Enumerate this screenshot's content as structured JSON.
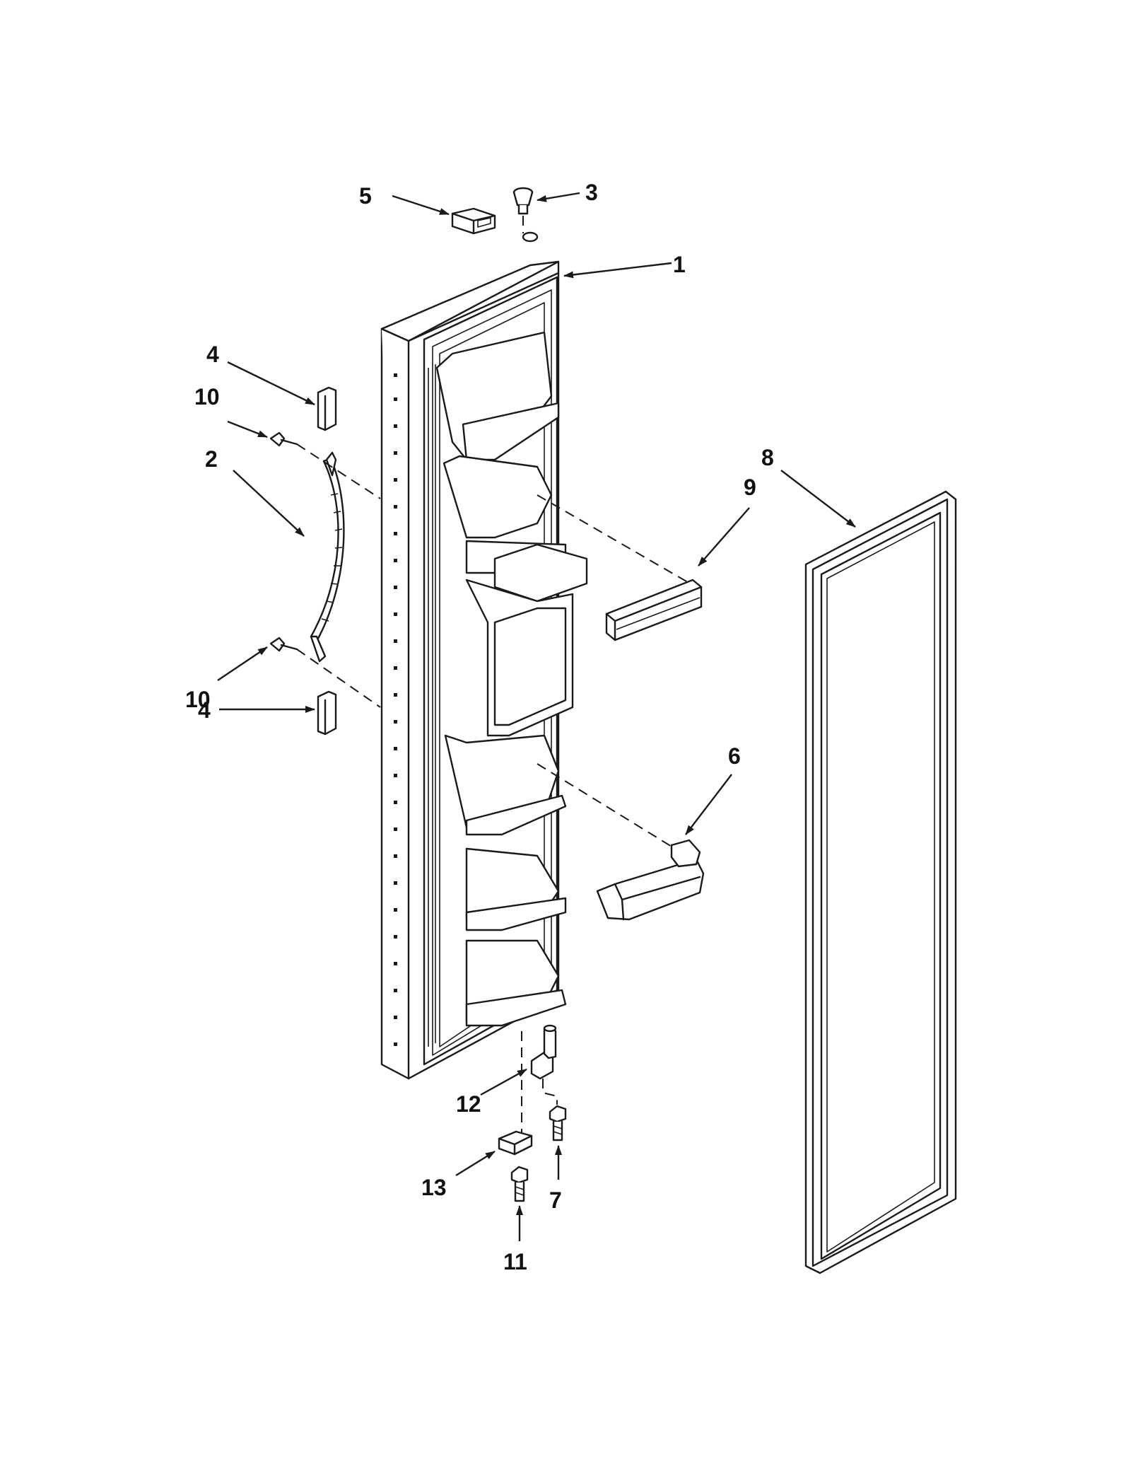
{
  "diagram": {
    "callouts": [
      {
        "id": "c1",
        "label": "1"
      },
      {
        "id": "c2",
        "label": "2"
      },
      {
        "id": "c3",
        "label": "3"
      },
      {
        "id": "c4a",
        "label": "4"
      },
      {
        "id": "c4b",
        "label": "4"
      },
      {
        "id": "c5",
        "label": "5"
      },
      {
        "id": "c6",
        "label": "6"
      },
      {
        "id": "c7",
        "label": "7"
      },
      {
        "id": "c8",
        "label": "8"
      },
      {
        "id": "c9",
        "label": "9"
      },
      {
        "id": "c10a",
        "label": "10"
      },
      {
        "id": "c10b",
        "label": "10"
      },
      {
        "id": "c11",
        "label": "11"
      },
      {
        "id": "c12",
        "label": "12"
      },
      {
        "id": "c13",
        "label": "13"
      }
    ]
  },
  "colors": {
    "line": "#1a1a1a",
    "background": "#ffffff"
  }
}
